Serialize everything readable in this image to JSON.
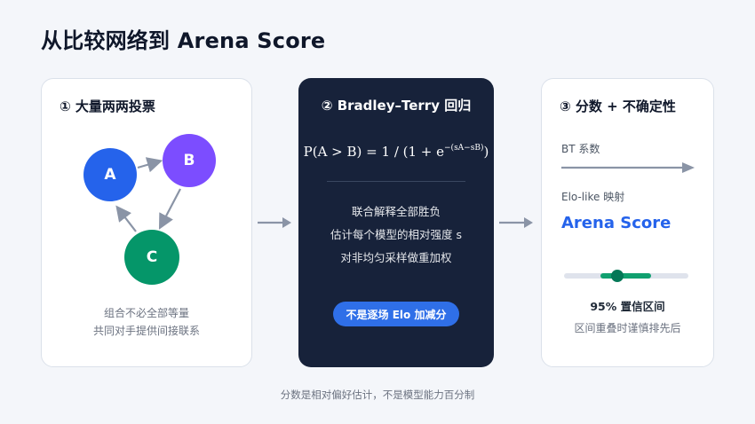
{
  "title": "从比较网络到 Arena Score",
  "steps": [
    {
      "heading": "① 大量两两投票",
      "nodes": [
        "A",
        "B",
        "C"
      ],
      "notes": [
        "组合不必全部等量",
        "共同对手提供间接联系"
      ]
    },
    {
      "heading": "② Bradley–Terry 回归",
      "formula_main": "P(A > B) = 1 / (1 + e",
      "formula_exp": "−(sA−sB)",
      "formula_close": ")",
      "lines": [
        "联合解释全部胜负",
        "估计每个模型的相对强度 s",
        "对非均匀采样做重加权"
      ],
      "pill": "不是逐场 Elo 加减分"
    },
    {
      "heading": "③ 分数 + 不确定性",
      "bt_label": "BT 系数",
      "elo_label": "Elo-like 映射",
      "score_label": "Arena Score",
      "ci_label": "95% 置信区间",
      "ci_note": "区间重叠时谨慎排先后",
      "interval": {
        "low": 0.29,
        "point": 0.43,
        "high": 0.7
      }
    }
  ],
  "footer": "分数是相对偏好估计，不是模型能力百分制",
  "colors": {
    "node_a": "#2563eb",
    "node_b": "#7c4dff",
    "node_c": "#059669",
    "accent": "#2563eb",
    "dark_card": "#17223a",
    "interval": "#10a06f"
  }
}
